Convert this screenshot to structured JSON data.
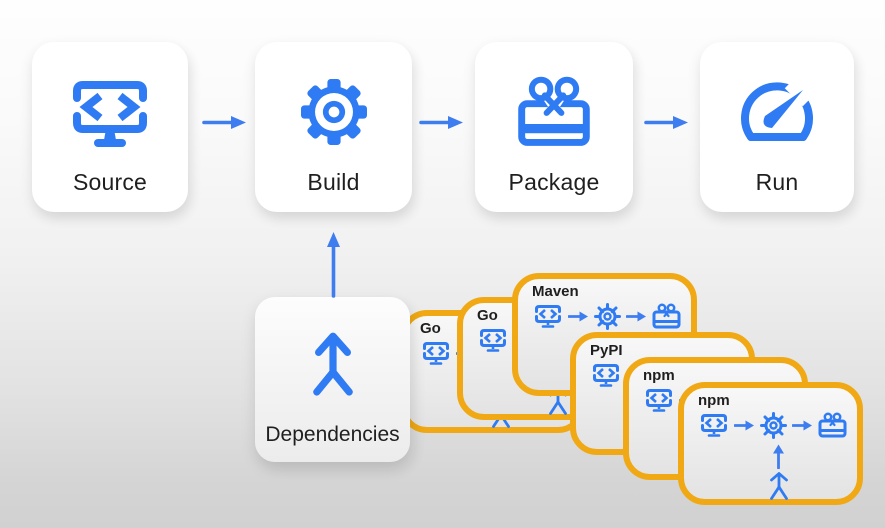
{
  "diagram": {
    "title_hint": "software supply chain pipeline",
    "pipeline_steps": [
      {
        "label": "Source",
        "icon": "source-code-monitor"
      },
      {
        "label": "Build",
        "icon": "gear"
      },
      {
        "label": "Package",
        "icon": "gift-package"
      },
      {
        "label": "Run",
        "icon": "speedometer"
      }
    ],
    "dependencies_box": {
      "label": "Dependencies",
      "icon": "merge-fork-up-arrow"
    },
    "dependency_cards": [
      {
        "label": "Go"
      },
      {
        "label": "Go"
      },
      {
        "label": "Maven"
      },
      {
        "label": "PyPI"
      },
      {
        "label": "npm"
      },
      {
        "label": "npm"
      }
    ],
    "colors": {
      "icon_blue": "#2F7BF3",
      "arrow_blue": "#3E7DF0",
      "card_border_yellow": "#F0A914",
      "text_dark": "#1F1F1F"
    }
  }
}
